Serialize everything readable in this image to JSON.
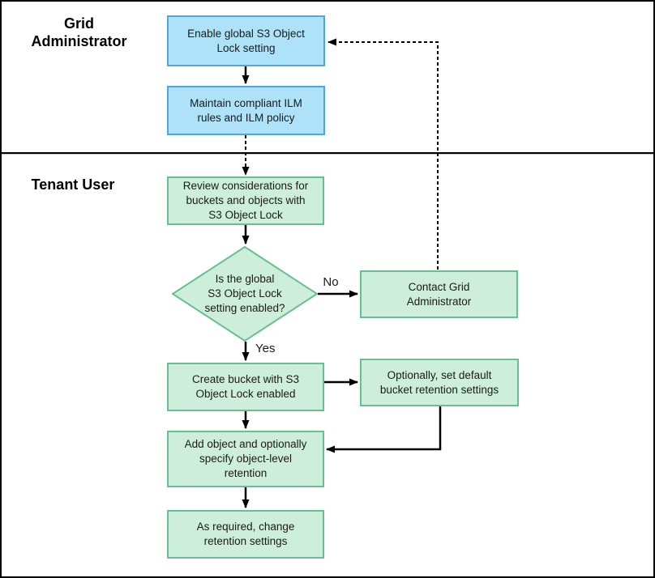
{
  "colors": {
    "blue_fill": "#aee2f8",
    "blue_border": "#4fa7dc",
    "green_fill": "#cdeeda",
    "green_border": "#66c08f",
    "arrow": "#000000",
    "text": "#1a1a1a"
  },
  "lanes": [
    {
      "id": "grid-administrator",
      "label": "Grid\nAdministrator"
    },
    {
      "id": "tenant-user",
      "label": "Tenant User"
    }
  ],
  "nodes": {
    "enable_global": {
      "type": "process",
      "lane": "grid-administrator",
      "label": "Enable global S3 Object\nLock setting"
    },
    "maintain_ilm": {
      "type": "process",
      "lane": "grid-administrator",
      "label": "Maintain compliant ILM\nrules and ILM policy"
    },
    "review_considerations": {
      "type": "process",
      "lane": "tenant-user",
      "label": "Review considerations for\nbuckets and objects with\nS3 Object Lock"
    },
    "is_enabled_decision": {
      "type": "decision",
      "lane": "tenant-user",
      "label": "Is the global\nS3 Object Lock\nsetting enabled?"
    },
    "contact_admin": {
      "type": "process",
      "lane": "tenant-user",
      "label": "Contact Grid\nAdministrator"
    },
    "create_bucket": {
      "type": "process",
      "lane": "tenant-user",
      "label": "Create bucket with S3\nObject Lock enabled"
    },
    "set_default_retention": {
      "type": "process",
      "lane": "tenant-user",
      "label": "Optionally, set default\nbucket retention settings"
    },
    "add_object": {
      "type": "process",
      "lane": "tenant-user",
      "label": "Add object and optionally\nspecify object-level\nretention"
    },
    "change_retention": {
      "type": "process",
      "lane": "tenant-user",
      "label": "As required, change\nretention settings"
    }
  },
  "edge_labels": {
    "no": "No",
    "yes": "Yes"
  }
}
